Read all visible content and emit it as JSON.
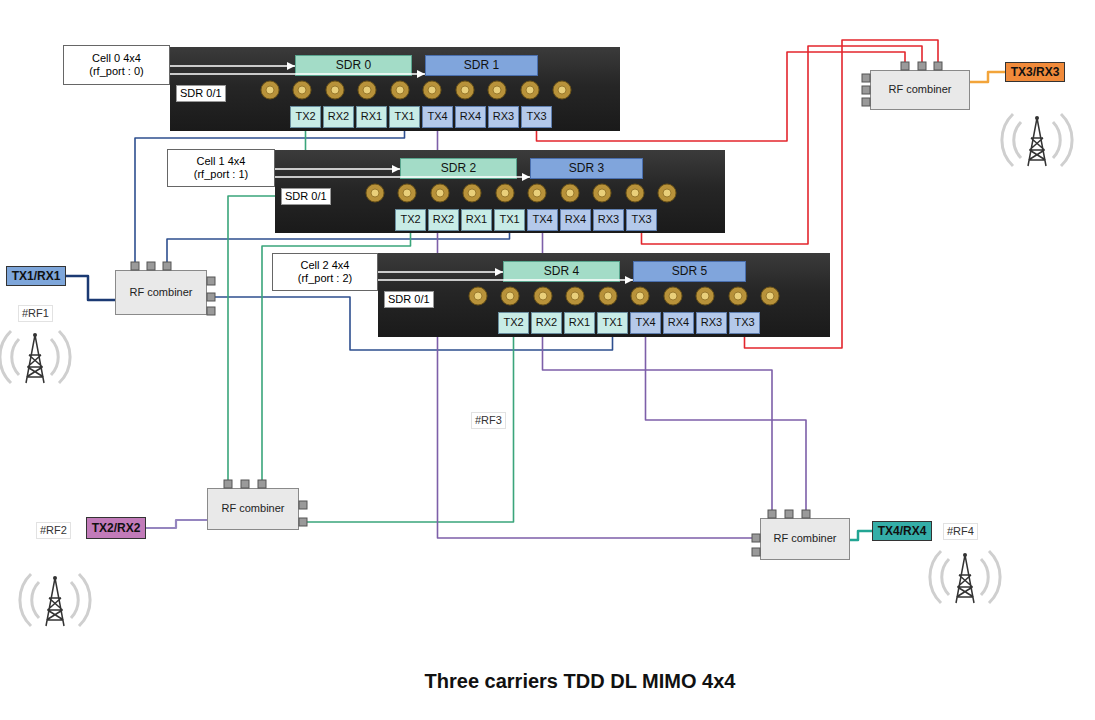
{
  "diagram": {
    "title": "Three carriers TDD DL MIMO 4x4",
    "nodes": [
      {
        "text": [
          "Cell 0 4x4 (rf_port : 0)"
        ]
      },
      {
        "text": [
          "SDR 0/1"
        ]
      },
      {
        "text": [
          "SDR 0"
        ],
        "in": 1
      },
      {
        "text": [
          "SDR 1"
        ],
        "in": 1
      },
      {
        "text": [
          "TX2"
        ],
        "in": 1
      },
      {
        "text": [
          "RX2"
        ],
        "in": 1
      },
      {
        "text": [
          "RX1"
        ],
        "in": 1
      },
      {
        "text": [
          "TX1"
        ],
        "in": 1
      },
      {
        "text": [
          "TX4"
        ],
        "in": 1
      },
      {
        "text": [
          "RX4"
        ],
        "in": 1
      },
      {
        "text": [
          "RX3"
        ],
        "in": 1
      },
      {
        "text": [
          "TX3"
        ],
        "in": 1
      },
      {
        "text": [
          "RF combiner"
        ]
      },
      {
        "text": [
          "TX3/RX3"
        ]
      },
      {
        "text": [
          "Cell 1 4x4 (rf_port : 1)"
        ]
      },
      {
        "text": [
          "SDR 0/1"
        ]
      },
      {
        "text": [
          "SDR 2"
        ],
        "in": 15
      },
      {
        "text": [
          "SDR 3"
        ],
        "in": 15
      },
      {
        "text": [
          "TX2"
        ],
        "in": 15
      },
      {
        "text": [
          "RX2"
        ],
        "in": 15
      },
      {
        "text": [
          "RX1"
        ],
        "in": 15
      },
      {
        "text": [
          "TX1"
        ],
        "in": 15
      },
      {
        "text": [
          "TX4"
        ],
        "in": 15
      },
      {
        "text": [
          "RX4"
        ],
        "in": 15
      },
      {
        "text": [
          "RX3"
        ],
        "in": 15
      },
      {
        "text": [
          "TX3"
        ],
        "in": 15
      },
      {
        "text": [
          "TX1/RX1"
        ]
      },
      {
        "text": [
          "RF combiner"
        ]
      },
      {
        "text": [
          "Cell 2 4x4 (rf_port : 2)"
        ]
      },
      {
        "text": [
          "SDR 0/1"
        ]
      },
      {
        "text": [
          "SDR 4"
        ],
        "in": 29
      },
      {
        "text": [
          "SDR 5"
        ],
        "in": 29
      },
      {
        "text": [
          "TX2"
        ],
        "in": 29
      },
      {
        "text": [
          "RX2"
        ],
        "in": 29
      },
      {
        "text": [
          "RX1"
        ],
        "in": 29
      },
      {
        "text": [
          "TX1"
        ],
        "in": 29
      },
      {
        "text": [
          "TX4"
        ],
        "in": 29
      },
      {
        "text": [
          "RX4"
        ],
        "in": 29
      },
      {
        "text": [
          "RX3"
        ],
        "in": 29
      },
      {
        "text": [
          "TX3"
        ],
        "in": 29
      },
      {
        "text": [
          "RF combiner"
        ]
      },
      {
        "text": [
          "TX2/RX2"
        ]
      },
      {
        "text": [
          "RF combiner"
        ]
      },
      {
        "text": [
          "TX4/RX4"
        ]
      }
    ],
    "edges": [
      {
        "from": 7,
        "to": 27,
        "arrow": "none"
      },
      {
        "from": 21,
        "to": 27,
        "arrow": "none"
      },
      {
        "from": 35,
        "to": 27,
        "arrow": "none"
      },
      {
        "from": 27,
        "to": 26,
        "arrow": "none"
      },
      {
        "from": 4,
        "to": 40,
        "arrow": "none"
      },
      {
        "from": 18,
        "to": 40,
        "arrow": "none"
      },
      {
        "from": 32,
        "to": 40,
        "arrow": "none"
      },
      {
        "from": 40,
        "to": 41,
        "arrow": "none"
      },
      {
        "from": 11,
        "to": 12,
        "arrow": "none"
      },
      {
        "from": 25,
        "to": 12,
        "arrow": "none"
      },
      {
        "from": 39,
        "to": 12,
        "arrow": "none"
      },
      {
        "from": 12,
        "to": 13,
        "arrow": "none"
      },
      {
        "from": 8,
        "to": 42,
        "arrow": "none"
      },
      {
        "from": 22,
        "to": 42,
        "arrow": "none"
      },
      {
        "from": 36,
        "to": 42,
        "arrow": "none"
      },
      {
        "from": 42,
        "to": 43,
        "arrow": "none"
      },
      {
        "from": 0,
        "to": 2,
        "arrow": "to"
      },
      {
        "from": 0,
        "to": 3,
        "arrow": "to"
      },
      {
        "from": 14,
        "to": 16,
        "arrow": "to"
      },
      {
        "from": 14,
        "to": 17,
        "arrow": "to"
      },
      {
        "from": 28,
        "to": 30,
        "arrow": "to"
      },
      {
        "from": 28,
        "to": 31,
        "arrow": "to"
      }
    ],
    "labels": [
      "#RF1",
      "#RF3",
      "#RF2",
      "#RF4"
    ]
  }
}
